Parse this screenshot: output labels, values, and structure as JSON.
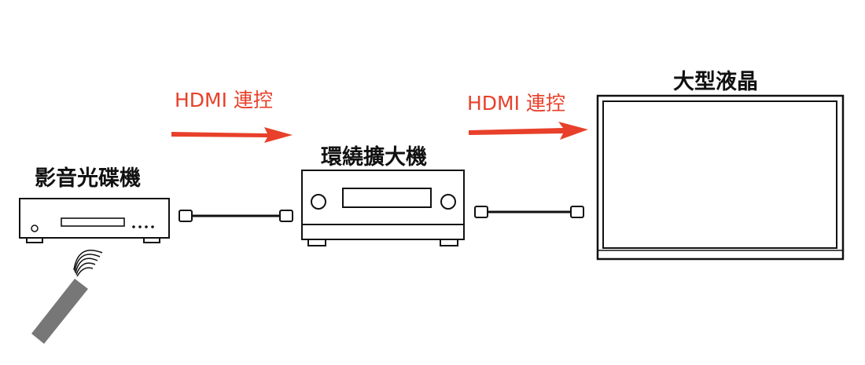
{
  "devices": {
    "player": "影音光碟機",
    "receiver": "環繞擴大機",
    "tv": "大型液晶"
  },
  "links": {
    "hdmi_1": "HDMI 連控",
    "hdmi_2": "HDMI 連控"
  },
  "colors": {
    "arrow": "#e8402a",
    "stroke": "#111111",
    "remote": "#777777"
  }
}
